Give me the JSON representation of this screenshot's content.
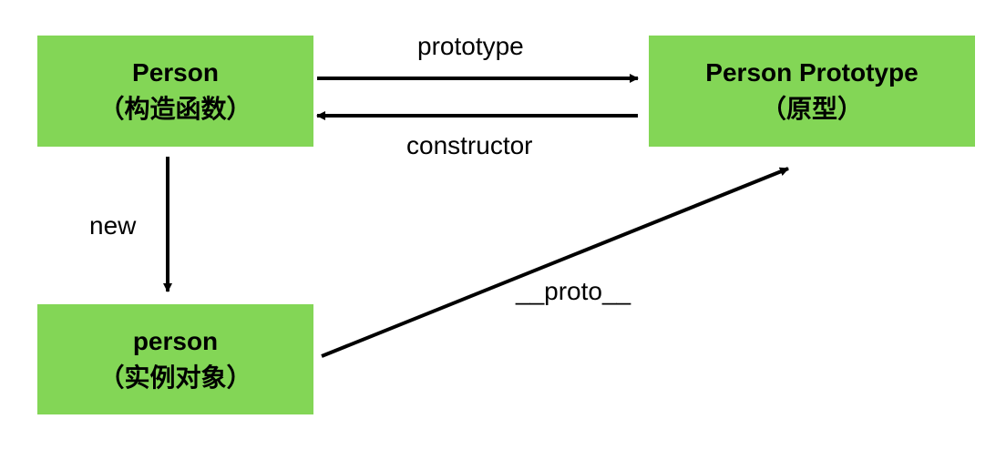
{
  "colors": {
    "node_fill": "#83d656",
    "edge_stroke": "#000000",
    "background": "#ffffff"
  },
  "nodes": {
    "person_constructor": {
      "title": "Person",
      "subtitle": "（构造函数）"
    },
    "person_prototype": {
      "title": "Person Prototype",
      "subtitle": "（原型）"
    },
    "person_instance": {
      "title": "person",
      "subtitle": "（实例对象）"
    }
  },
  "edges": {
    "prototype": "prototype",
    "constructor": "constructor",
    "new": "new",
    "proto": "__proto__"
  }
}
